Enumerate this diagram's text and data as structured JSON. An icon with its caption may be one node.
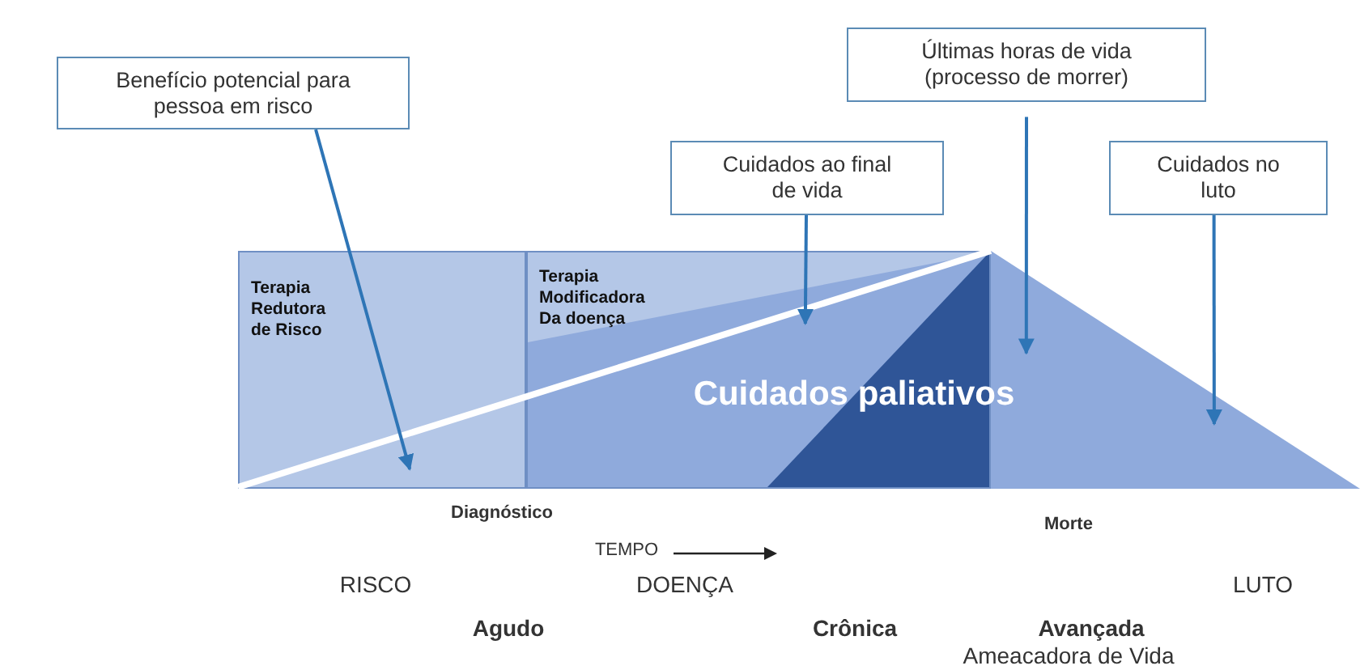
{
  "diagram": {
    "nodes": [
      {
        "text": [
          "Benefício potencial para pessoa em risco"
        ]
      },
      {
        "text": [
          "Cuidados ao final de vida"
        ]
      },
      {
        "text": [
          "Últimas horas de vida (processo de morrer)"
        ]
      },
      {
        "text": [
          "Cuidados no luto"
        ]
      },
      {
        "text": [
          "Terapia Redutora de Risco"
        ]
      },
      {
        "text": [
          "Terapia Modificadora Da doença"
        ]
      },
      {
        "text": [
          "Cuidados paliativos"
        ]
      },
      {
        "text": [],
        "shape": "triangle"
      }
    ],
    "edges": [
      {
        "from": 0,
        "to": 4,
        "arrow": "to"
      },
      {
        "from": 1,
        "to": 6,
        "arrow": "to"
      },
      {
        "from": 2,
        "to": 7,
        "arrow": "to"
      },
      {
        "from": 3,
        "to": 7,
        "arrow": "to"
      }
    ],
    "labels": [
      "Diagnóstico",
      "Morte",
      "TEMPO",
      "RISCO",
      "DOENÇA",
      "LUTO",
      "Agudo",
      "Crônica",
      "Avançada",
      "Ameacadora de Vida"
    ]
  }
}
